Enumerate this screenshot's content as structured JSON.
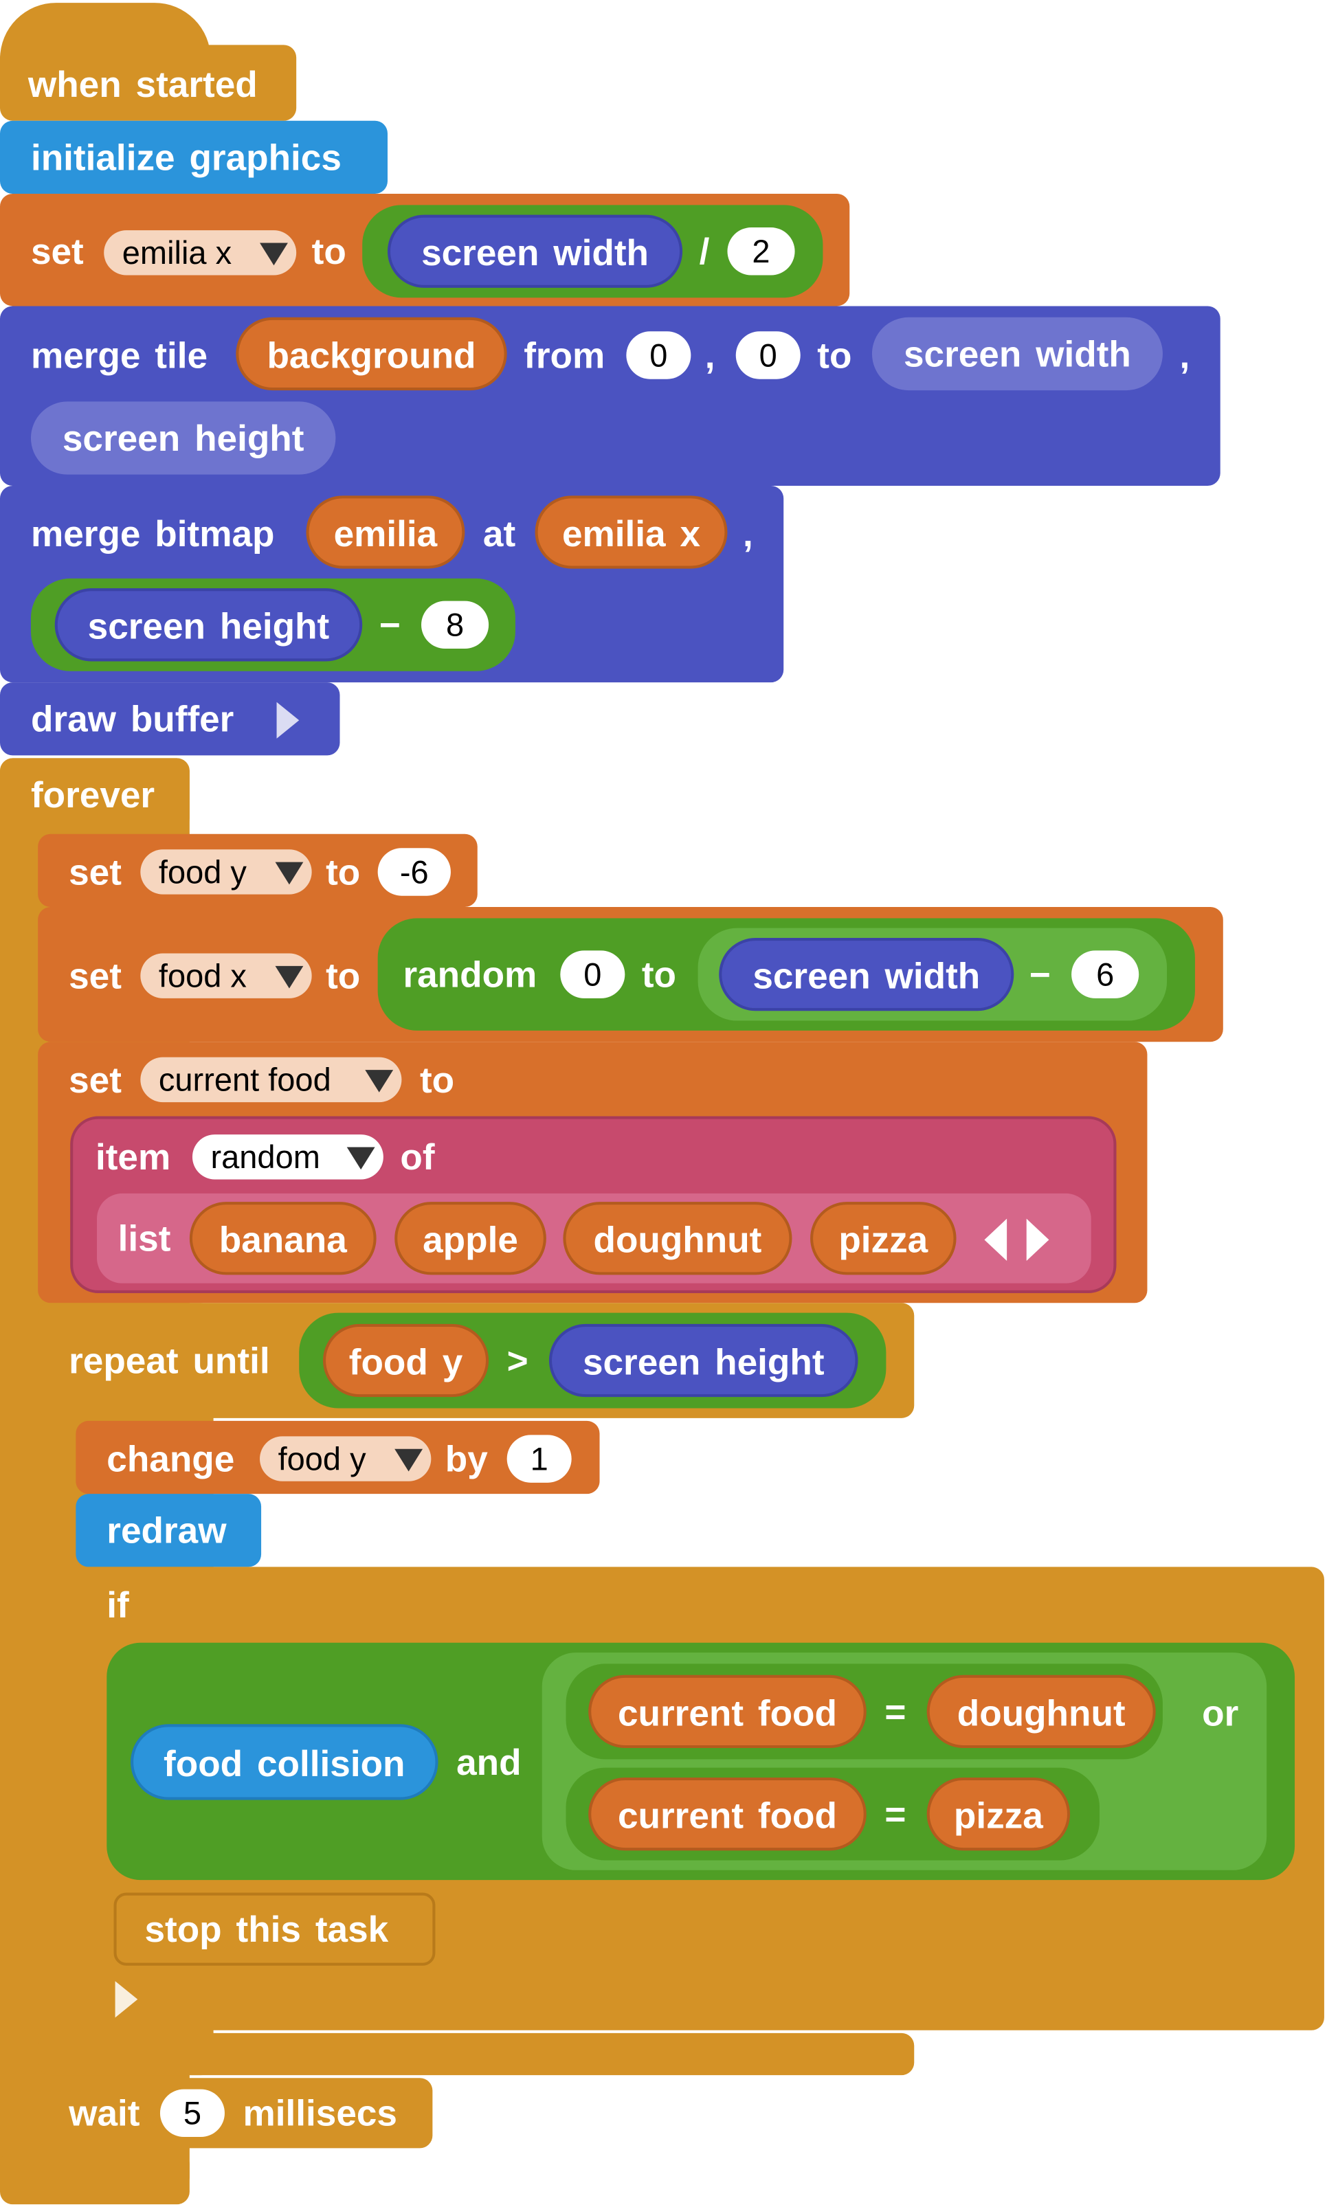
{
  "blocks": {
    "when_started": "when started",
    "initialize_graphics": "initialize graphics",
    "set1": {
      "kw": "set",
      "var": "emilia x",
      "to": "to",
      "op_a": "screen width",
      "op_sym": "/",
      "op_b": "2"
    },
    "merge_tile": {
      "kw": "merge tile",
      "tile": "background",
      "from": "from",
      "x0": "0",
      "comma1": ",",
      "y0": "0",
      "to": "to",
      "w": "screen width",
      "comma2": ",",
      "h": "screen height"
    },
    "merge_bitmap": {
      "kw": "merge bitmap",
      "bitmap": "emilia",
      "at": "at",
      "x": "emilia x",
      "comma": ",",
      "op_a": "screen height",
      "op_sym": "−",
      "op_b": "8"
    },
    "draw_buffer": "draw buffer",
    "forever": "forever",
    "set2": {
      "kw": "set",
      "var": "food y",
      "to": "to",
      "val": "-6"
    },
    "set3": {
      "kw": "set",
      "var": "food x",
      "to": "to",
      "rand": "random",
      "rand_a": "0",
      "rand_to": "to",
      "op_a": "screen width",
      "op_sym": "−",
      "op_b": "6"
    },
    "set4": {
      "kw": "set",
      "var": "current food",
      "to": "to",
      "item": "item",
      "item_sel": "random",
      "of": "of",
      "list": "list",
      "list_items": [
        "banana",
        "apple",
        "doughnut",
        "pizza"
      ]
    },
    "repeat_until": {
      "kw": "repeat until",
      "a": "food y",
      "op_sym": ">",
      "b": "screen height"
    },
    "change": {
      "kw": "change",
      "var": "food y",
      "by": "by",
      "val": "1"
    },
    "redraw": "redraw",
    "if_block": {
      "kw": "if",
      "a": "food collision",
      "and": "and",
      "c1_a": "current food",
      "c1_eq": "=",
      "c1_b": "doughnut",
      "or": "or",
      "c2_a": "current food",
      "c2_eq": "=",
      "c2_b": "pizza"
    },
    "stop": "stop this task",
    "wait": {
      "kw": "wait",
      "val": "5",
      "unit": "millisecs"
    }
  },
  "colors": {
    "control": "#D49226",
    "graphics": "#2B94DB",
    "variables": "#D8702B",
    "reporters": "#4B53C1",
    "operators": "#4F9E25",
    "lists": "#C74A6D"
  },
  "icons": [
    "dropdown-caret-icon",
    "play-arrow-icon",
    "list-arrows-icon"
  ]
}
